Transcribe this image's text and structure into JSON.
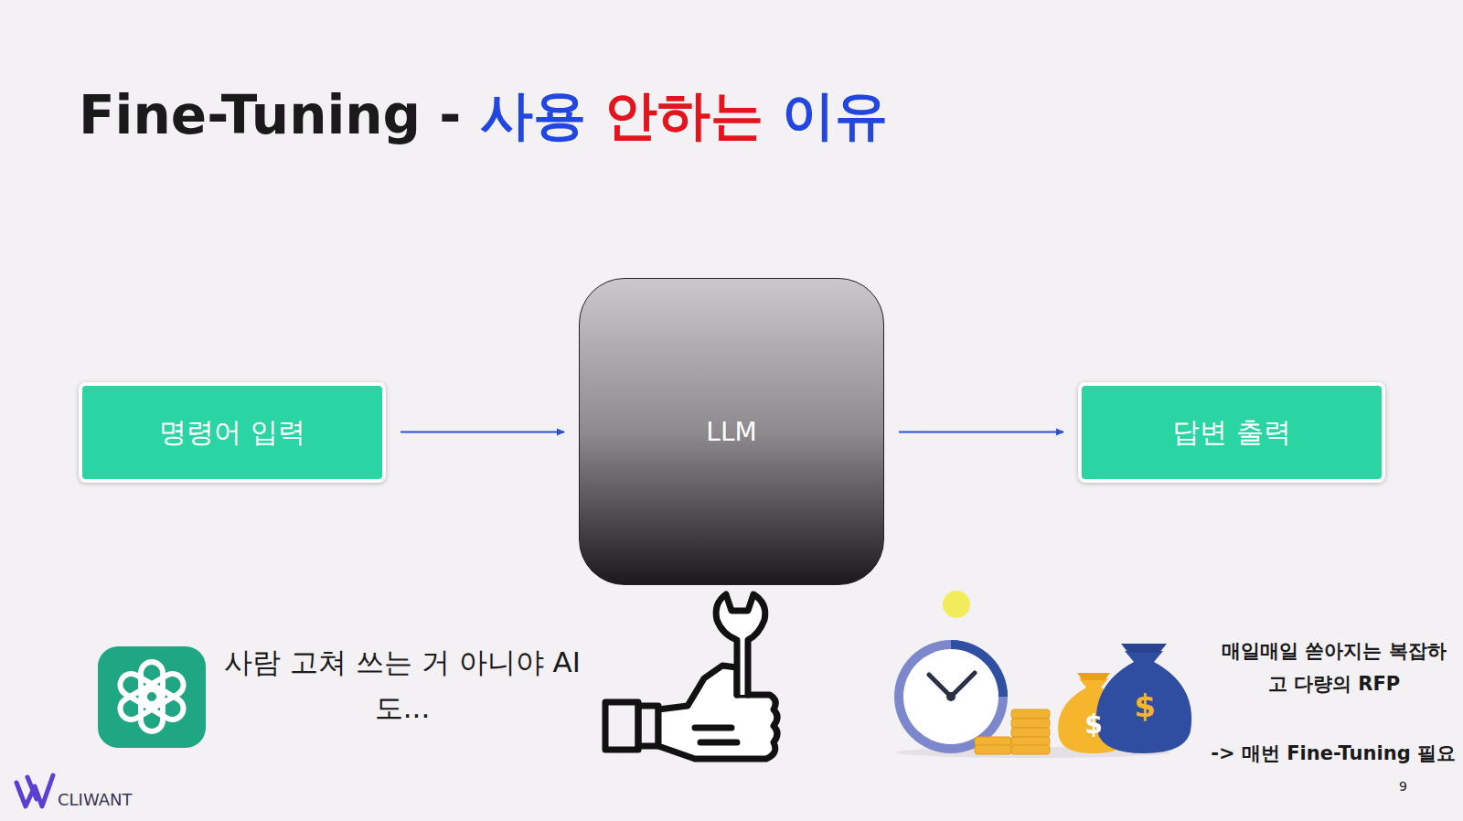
{
  "diagram": {
    "title": "Fine-Tuning - 사용 안하는 이유",
    "nodes": [
      {
        "text": [
          "명령어 입력"
        ]
      },
      {
        "text": [
          "LLM"
        ]
      },
      {
        "text": [
          "답변 출력"
        ]
      }
    ],
    "edges": [
      {
        "from": 0,
        "to": 1,
        "arrow": "to"
      },
      {
        "from": 1,
        "to": 2,
        "arrow": "to"
      }
    ],
    "labels": [
      "사람 고쳐 쓰는 거 아니야 AI도...",
      "매일매일 쏟아지는 복잡하고 다량의 RFP",
      "-> 매번 Fine-Tuning 필요",
      "$",
      "$",
      "CLIWANT",
      "9"
    ]
  }
}
